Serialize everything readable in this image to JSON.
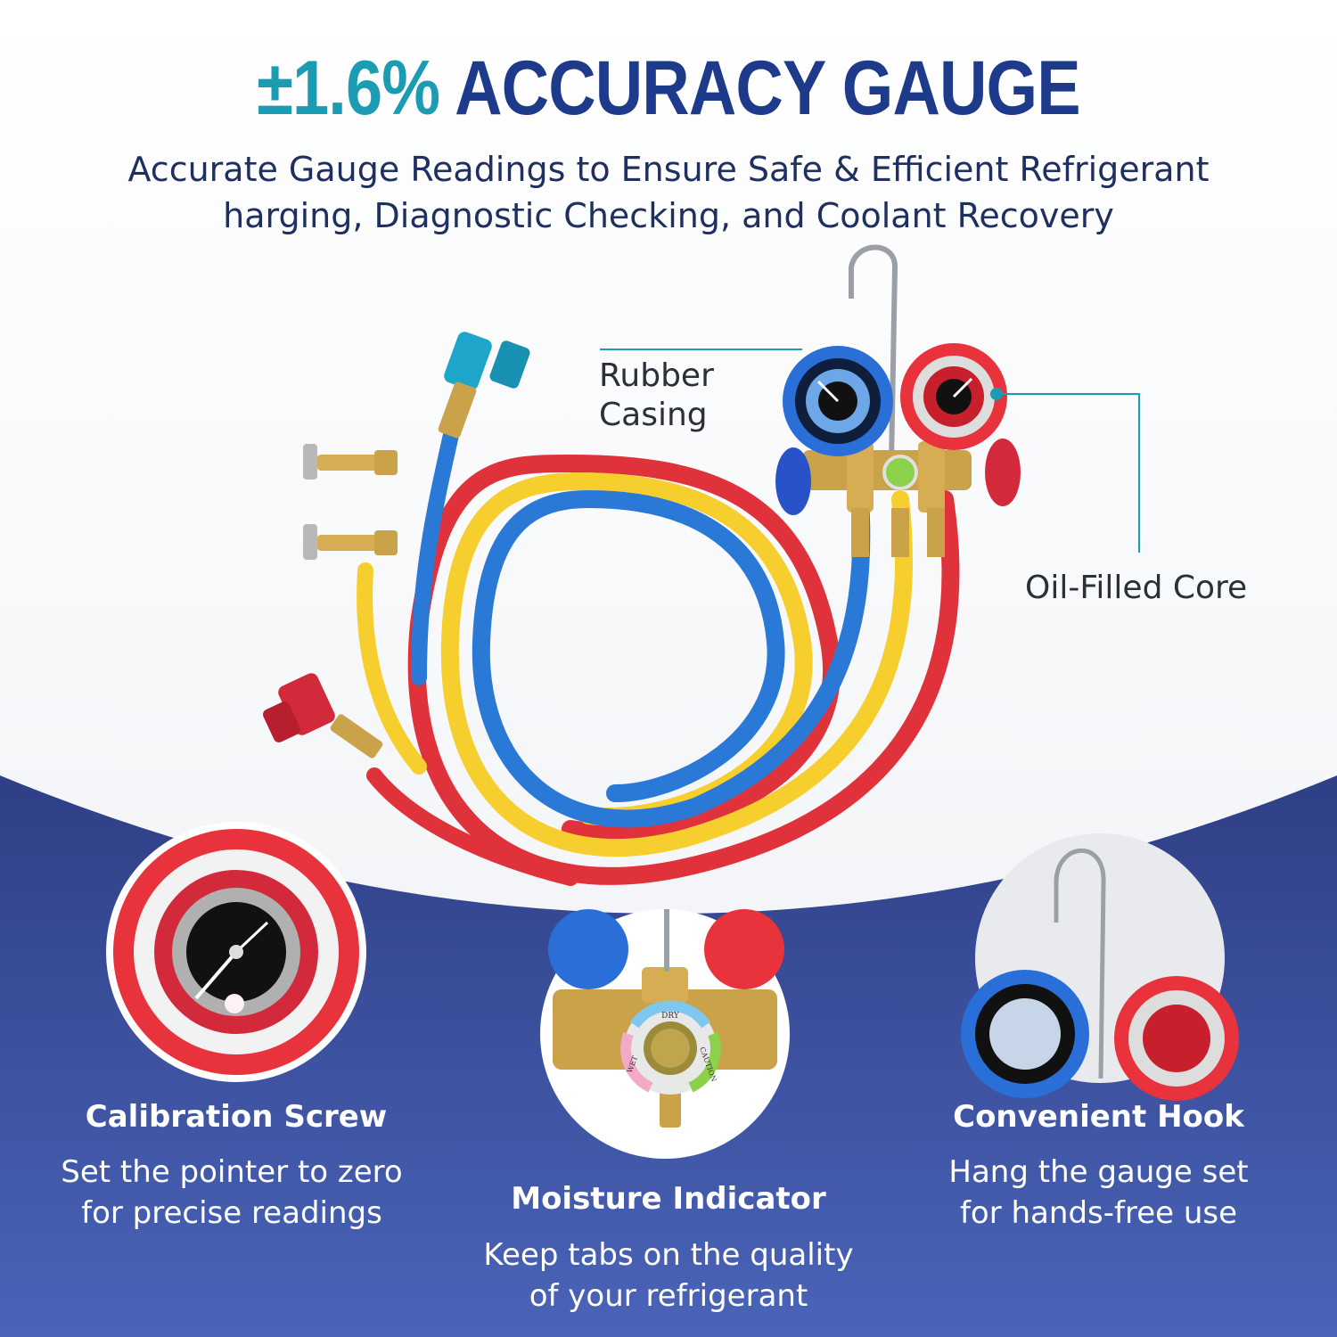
{
  "headline": {
    "accent": "±1.6%",
    "main": "ACCURACY GAUGE"
  },
  "subtitle": {
    "line1": "Accurate Gauge Readings to Ensure Safe & Efficient Refrigerant",
    "line2": "harging, Diagnostic Checking, and Coolant Recovery"
  },
  "callouts": {
    "rubber_casing": [
      "Rubber",
      "Casing"
    ],
    "oil_filled_core": "Oil-Filled Core"
  },
  "features": [
    {
      "title": "Calibration Screw",
      "desc": [
        "Set the pointer to zero",
        "for precise readings"
      ]
    },
    {
      "title": "Moisture Indicator",
      "desc": [
        "Keep tabs on the quality",
        "of your refrigerant"
      ]
    },
    {
      "title": "Convenient Hook",
      "desc": [
        "Hang the gauge set",
        "for hands-free use"
      ]
    }
  ],
  "indicator_labels": {
    "dry": "DRY",
    "caution": "CAUTION",
    "wet": "WET"
  },
  "colors": {
    "accent_teal": "#1b9cb3",
    "headline_navy": "#1e3a8a",
    "bottom_panel": "#3a4fa0",
    "hose_red": "#e0323b",
    "hose_yellow": "#f6cf2e",
    "hose_blue": "#2b79d6",
    "gauge_red": "#e8333d",
    "gauge_blue": "#2a6fd8",
    "brass": "#c9a24a"
  }
}
